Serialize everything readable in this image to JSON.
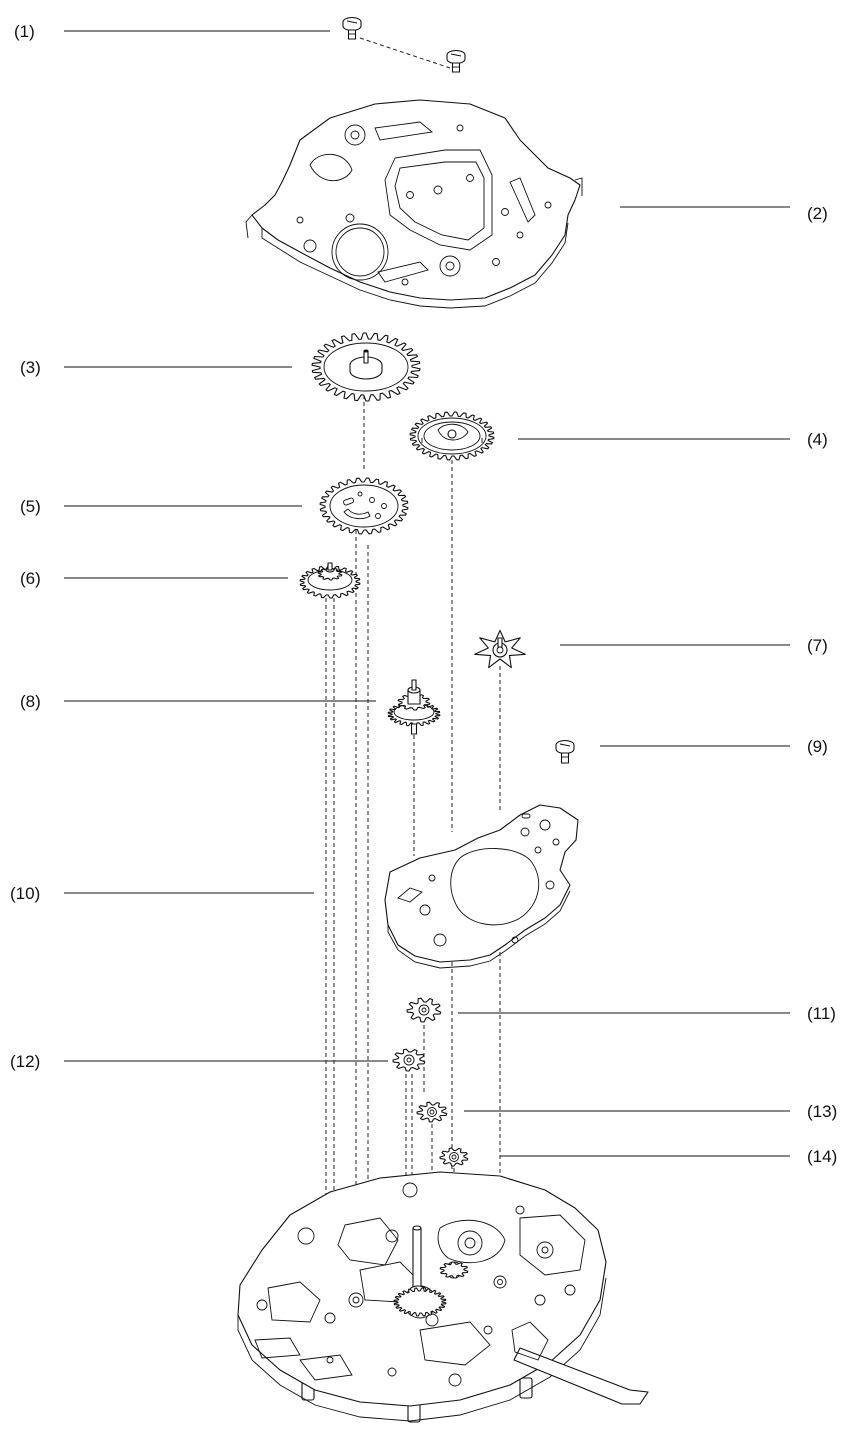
{
  "callouts": [
    {
      "id": "1",
      "label": "(1)",
      "part": "plate-screw-pair"
    },
    {
      "id": "2",
      "label": "(2)",
      "part": "top-plate"
    },
    {
      "id": "3",
      "label": "(3)",
      "part": "large-wheel"
    },
    {
      "id": "4",
      "label": "(4)",
      "part": "ratchet-wheel"
    },
    {
      "id": "5",
      "label": "(5)",
      "part": "perforated-wheel"
    },
    {
      "id": "6",
      "label": "(6)",
      "part": "small-wheel"
    },
    {
      "id": "7",
      "label": "(7)",
      "part": "star-wheel"
    },
    {
      "id": "8",
      "label": "(8)",
      "part": "wheel-and-pinion"
    },
    {
      "id": "9",
      "label": "(9)",
      "part": "bridge-screw"
    },
    {
      "id": "10",
      "label": "(10)",
      "part": "wheel-bridge"
    },
    {
      "id": "11",
      "label": "(11)",
      "part": "pinion-11"
    },
    {
      "id": "12",
      "label": "(12)",
      "part": "pinion-12"
    },
    {
      "id": "13",
      "label": "(13)",
      "part": "pinion-13"
    },
    {
      "id": "14",
      "label": "(14)",
      "part": "pinion-14"
    }
  ]
}
